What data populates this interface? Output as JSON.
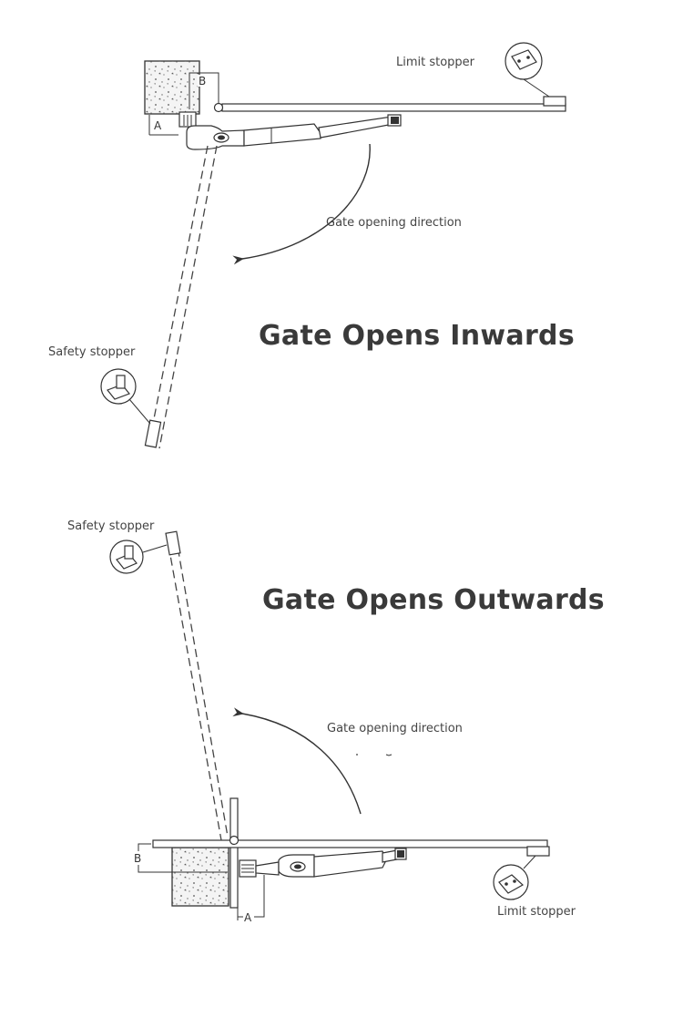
{
  "top": {
    "title": "Gate Opens Inwards",
    "limit_stopper_label": "Limit stopper",
    "safety_stopper_label": "Safety stopper",
    "direction_label": "Gate opening direction",
    "dim_a": "A",
    "dim_b": "B"
  },
  "bottom": {
    "title": "Gate Opens Outwards",
    "limit_stopper_label": "Limit stopper",
    "safety_stopper_label": "Safety stopper",
    "direction_label": "Gate opening direction",
    "dim_a": "A",
    "dim_b": "B"
  }
}
